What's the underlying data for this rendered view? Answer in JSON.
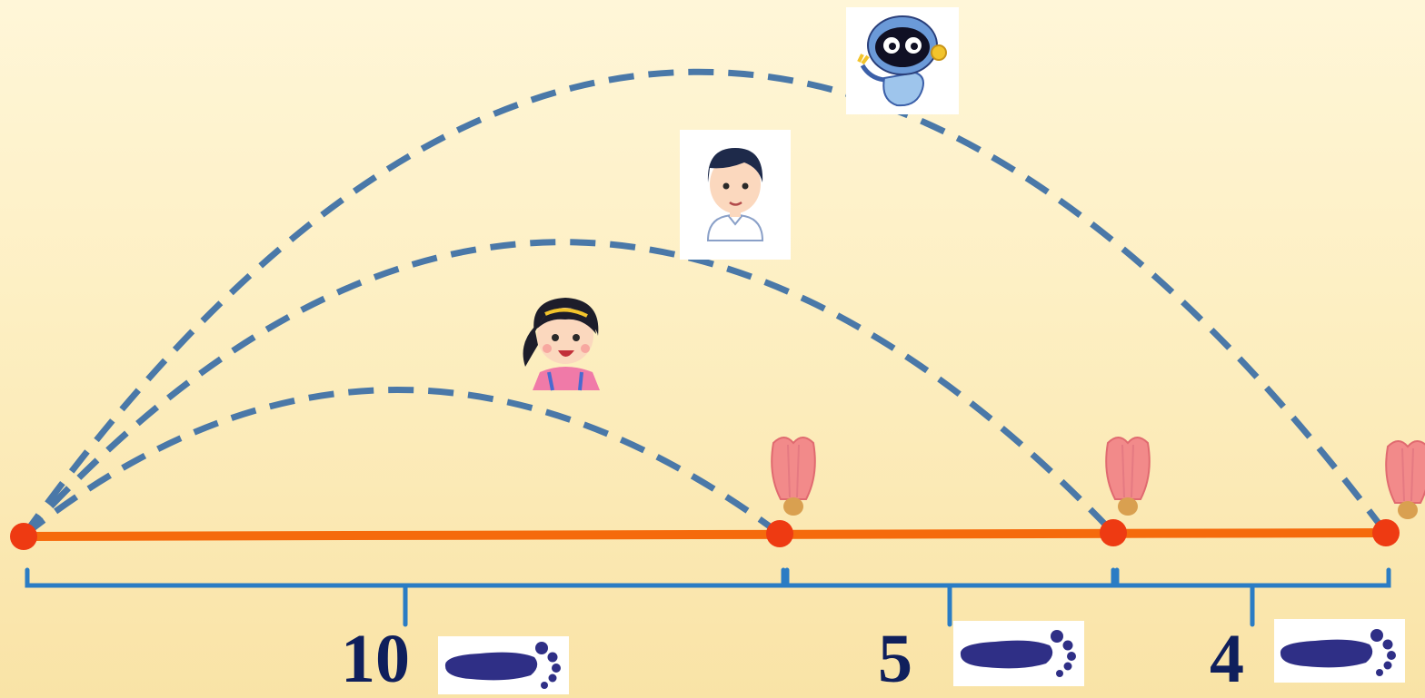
{
  "segments": [
    {
      "label": "10",
      "icon": "footprint-icon"
    },
    {
      "label": "5",
      "icon": "footprint-icon"
    },
    {
      "label": "4",
      "icon": "footprint-icon"
    }
  ],
  "throwers": [
    {
      "name": "girl",
      "icon": "girl-avatar-icon"
    },
    {
      "name": "boy",
      "icon": "boy-avatar-icon"
    },
    {
      "name": "robot",
      "icon": "robot-avatar-icon"
    }
  ],
  "colors": {
    "line": "#f56a0c",
    "point": "#ee3a12",
    "arc": "#4a78a8",
    "bracket": "#2a7cc4",
    "label": "#0f1f5c",
    "foot": "#2f2f86",
    "shuttle": "#f28a8a"
  }
}
